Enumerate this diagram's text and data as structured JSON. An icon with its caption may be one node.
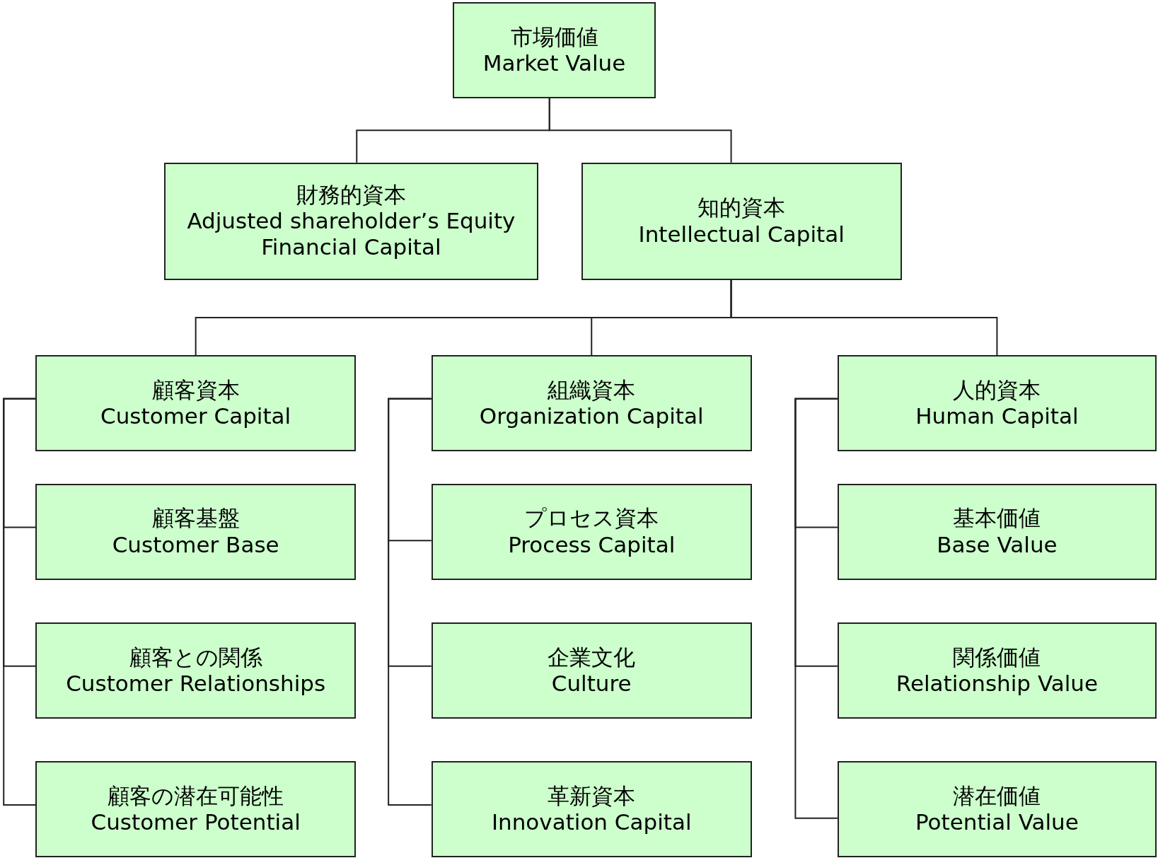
{
  "diagram": {
    "nodes": [
      {
        "text": [
          "市場価値",
          "Market Value"
        ]
      },
      {
        "text": [
          "財務的資本",
          "Adjusted shareholder’s Equity Financial Capital"
        ]
      },
      {
        "text": [
          "知的資本",
          "Intellectual Capital"
        ]
      },
      {
        "text": [
          "顧客資本",
          "Customer Capital"
        ]
      },
      {
        "text": [
          "顧客基盤",
          "Customer Base"
        ]
      },
      {
        "text": [
          "顧客との関係",
          "Customer Relationships"
        ]
      },
      {
        "text": [
          "顧客の潜在可能性",
          "Customer Potential"
        ]
      },
      {
        "text": [
          "組織資本",
          "Organization Capital"
        ]
      },
      {
        "text": [
          "プロセス資本",
          "Process Capital"
        ]
      },
      {
        "text": [
          "企業文化",
          "Culture"
        ]
      },
      {
        "text": [
          "革新資本",
          "Innovation Capital"
        ]
      },
      {
        "text": [
          "人的資本",
          "Human Capital"
        ]
      },
      {
        "text": [
          "基本価値",
          "Base Value"
        ]
      },
      {
        "text": [
          "関係価値",
          "Relationship Value"
        ]
      },
      {
        "text": [
          "潜在価値",
          "Potential Value"
        ]
      }
    ],
    "edges": [
      {
        "from": 0,
        "to": 1,
        "arrow": "none"
      },
      {
        "from": 0,
        "to": 2,
        "arrow": "none"
      },
      {
        "from": 2,
        "to": 3,
        "arrow": "none"
      },
      {
        "from": 2,
        "to": 7,
        "arrow": "none"
      },
      {
        "from": 2,
        "to": 11,
        "arrow": "none"
      },
      {
        "from": 3,
        "to": 4,
        "arrow": "none"
      },
      {
        "from": 3,
        "to": 5,
        "arrow": "none"
      },
      {
        "from": 3,
        "to": 6,
        "arrow": "none"
      },
      {
        "from": 7,
        "to": 8,
        "arrow": "none"
      },
      {
        "from": 7,
        "to": 9,
        "arrow": "none"
      },
      {
        "from": 7,
        "to": 10,
        "arrow": "none"
      },
      {
        "from": 11,
        "to": 12,
        "arrow": "none"
      },
      {
        "from": 11,
        "to": 13,
        "arrow": "none"
      },
      {
        "from": 11,
        "to": 14,
        "arrow": "none"
      }
    ]
  }
}
